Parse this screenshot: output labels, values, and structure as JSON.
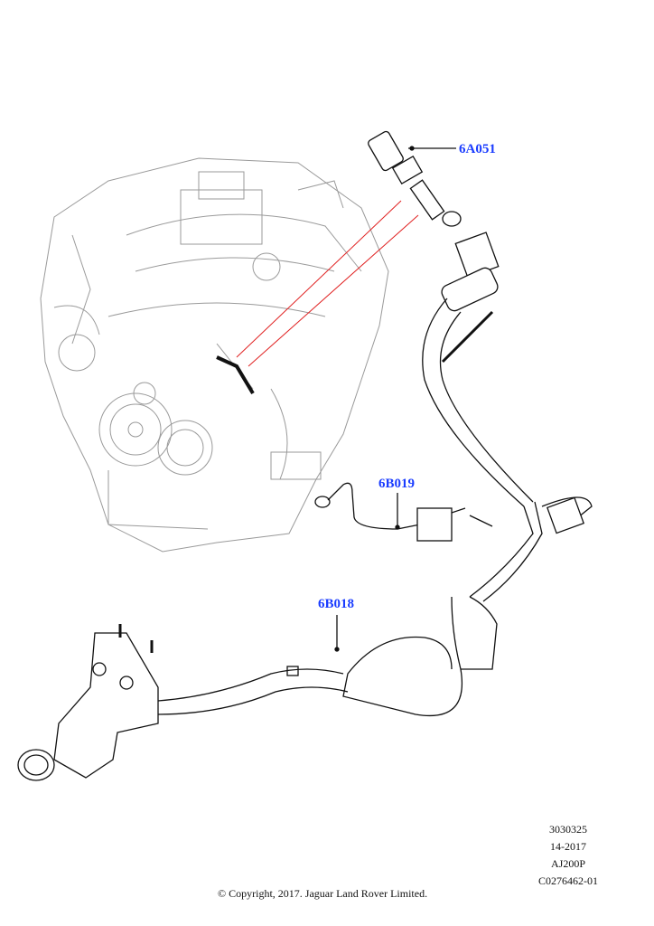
{
  "callouts": {
    "part_1": "6A051",
    "part_2": "6B019",
    "part_3": "6B018"
  },
  "meta": {
    "line_1": "3030325",
    "line_2": "14-2017",
    "line_3": "AJ200P",
    "line_4": "C0276462-01"
  },
  "copyright": "© Copyright, 2017. Jaguar Land Rover Limited.",
  "colors": {
    "callout": "#1a3cff",
    "leader": "#e02020",
    "engine": "#9a9a9a",
    "part": "#111111"
  }
}
